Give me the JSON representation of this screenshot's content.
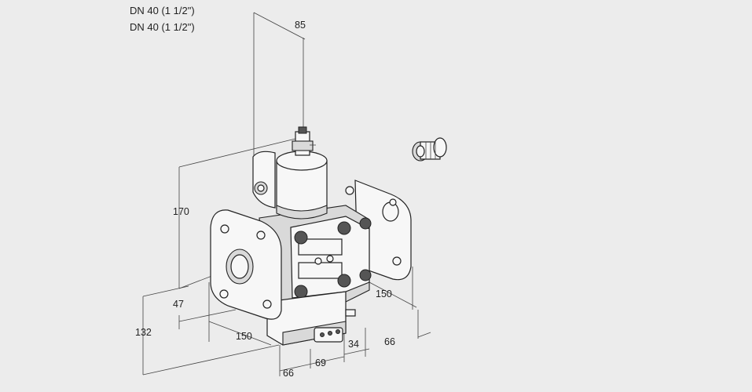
{
  "header": {
    "line1": "DN 40 (1 1/2\")",
    "line2": "DN 40 (1 1/2\")"
  },
  "dimensions": {
    "d85": "85",
    "d170": "170",
    "d47": "47",
    "d132": "132",
    "d150_left": "150",
    "d150_right": "150",
    "d66_bottom": "66",
    "d69": "69",
    "d34": "34",
    "d66_right": "66"
  }
}
